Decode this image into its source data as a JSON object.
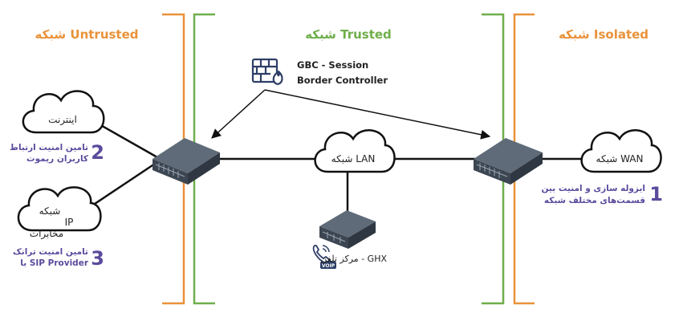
{
  "colors": {
    "untrusted": "#E9923A",
    "trusted": "#6FAE4A",
    "isolated": "#E9923A",
    "accent": "#5B4A9C",
    "line": "#111111",
    "device": "#4A5563"
  },
  "zones": {
    "untrusted": "شبکه Untrusted",
    "trusted": "شبکه Trusted",
    "isolated": "شبکه Isolated"
  },
  "firewall": {
    "icon": "firewall-icon",
    "line1": "GBC - Session",
    "line2": "Border Controller"
  },
  "clouds": {
    "internet": "اینترنت",
    "ip_line1": "شبکه",
    "ip_line2": "IP",
    "ip_line3": "مخابرات",
    "lan": "شبکه LAN",
    "wan": "شبکه WAN"
  },
  "notes": {
    "n1_num": "1",
    "n1_line1": "ایزوله سازی و امنیت بین",
    "n1_line2": "قسمت‌های مختلف شبکه",
    "n2_num": "2",
    "n2_line1": "تامین امنیت ارتباط",
    "n2_line2": "کاربران ریموت",
    "n3_num": "3",
    "n3_line1": "تامین امنیت ترانک",
    "n3_line2": "با SIP Provider"
  },
  "pbx": {
    "icon": "voip-phone-icon",
    "badge": "VOIP",
    "label": "مرکز تلفن - GHX"
  }
}
